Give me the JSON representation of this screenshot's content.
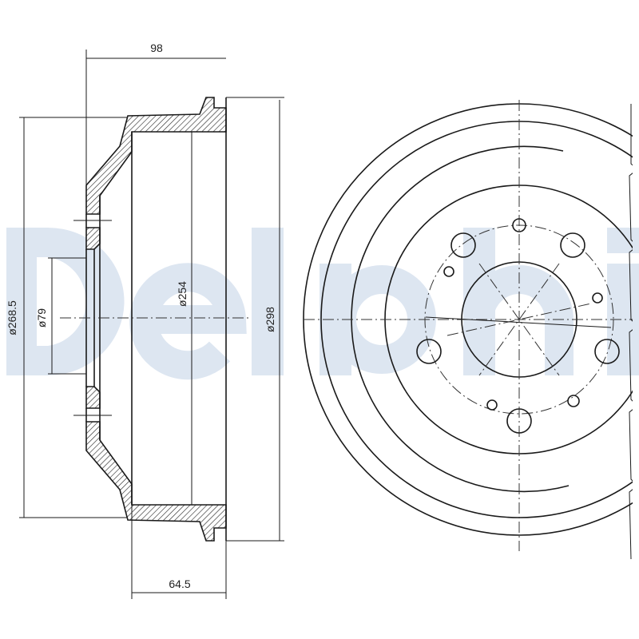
{
  "watermark": {
    "logo_text": "Delphi",
    "color": "#dde6f1"
  },
  "side_view": {
    "dimensions": {
      "overall_depth": "98",
      "inner_depth": "64.5",
      "flange_diameter": "ø268.5",
      "center_bore": "ø79",
      "braking_diameter": "ø254",
      "outer_diameter": "ø298"
    }
  },
  "front_view": {
    "bolt_holes_large": 5,
    "holes_small": 5
  }
}
